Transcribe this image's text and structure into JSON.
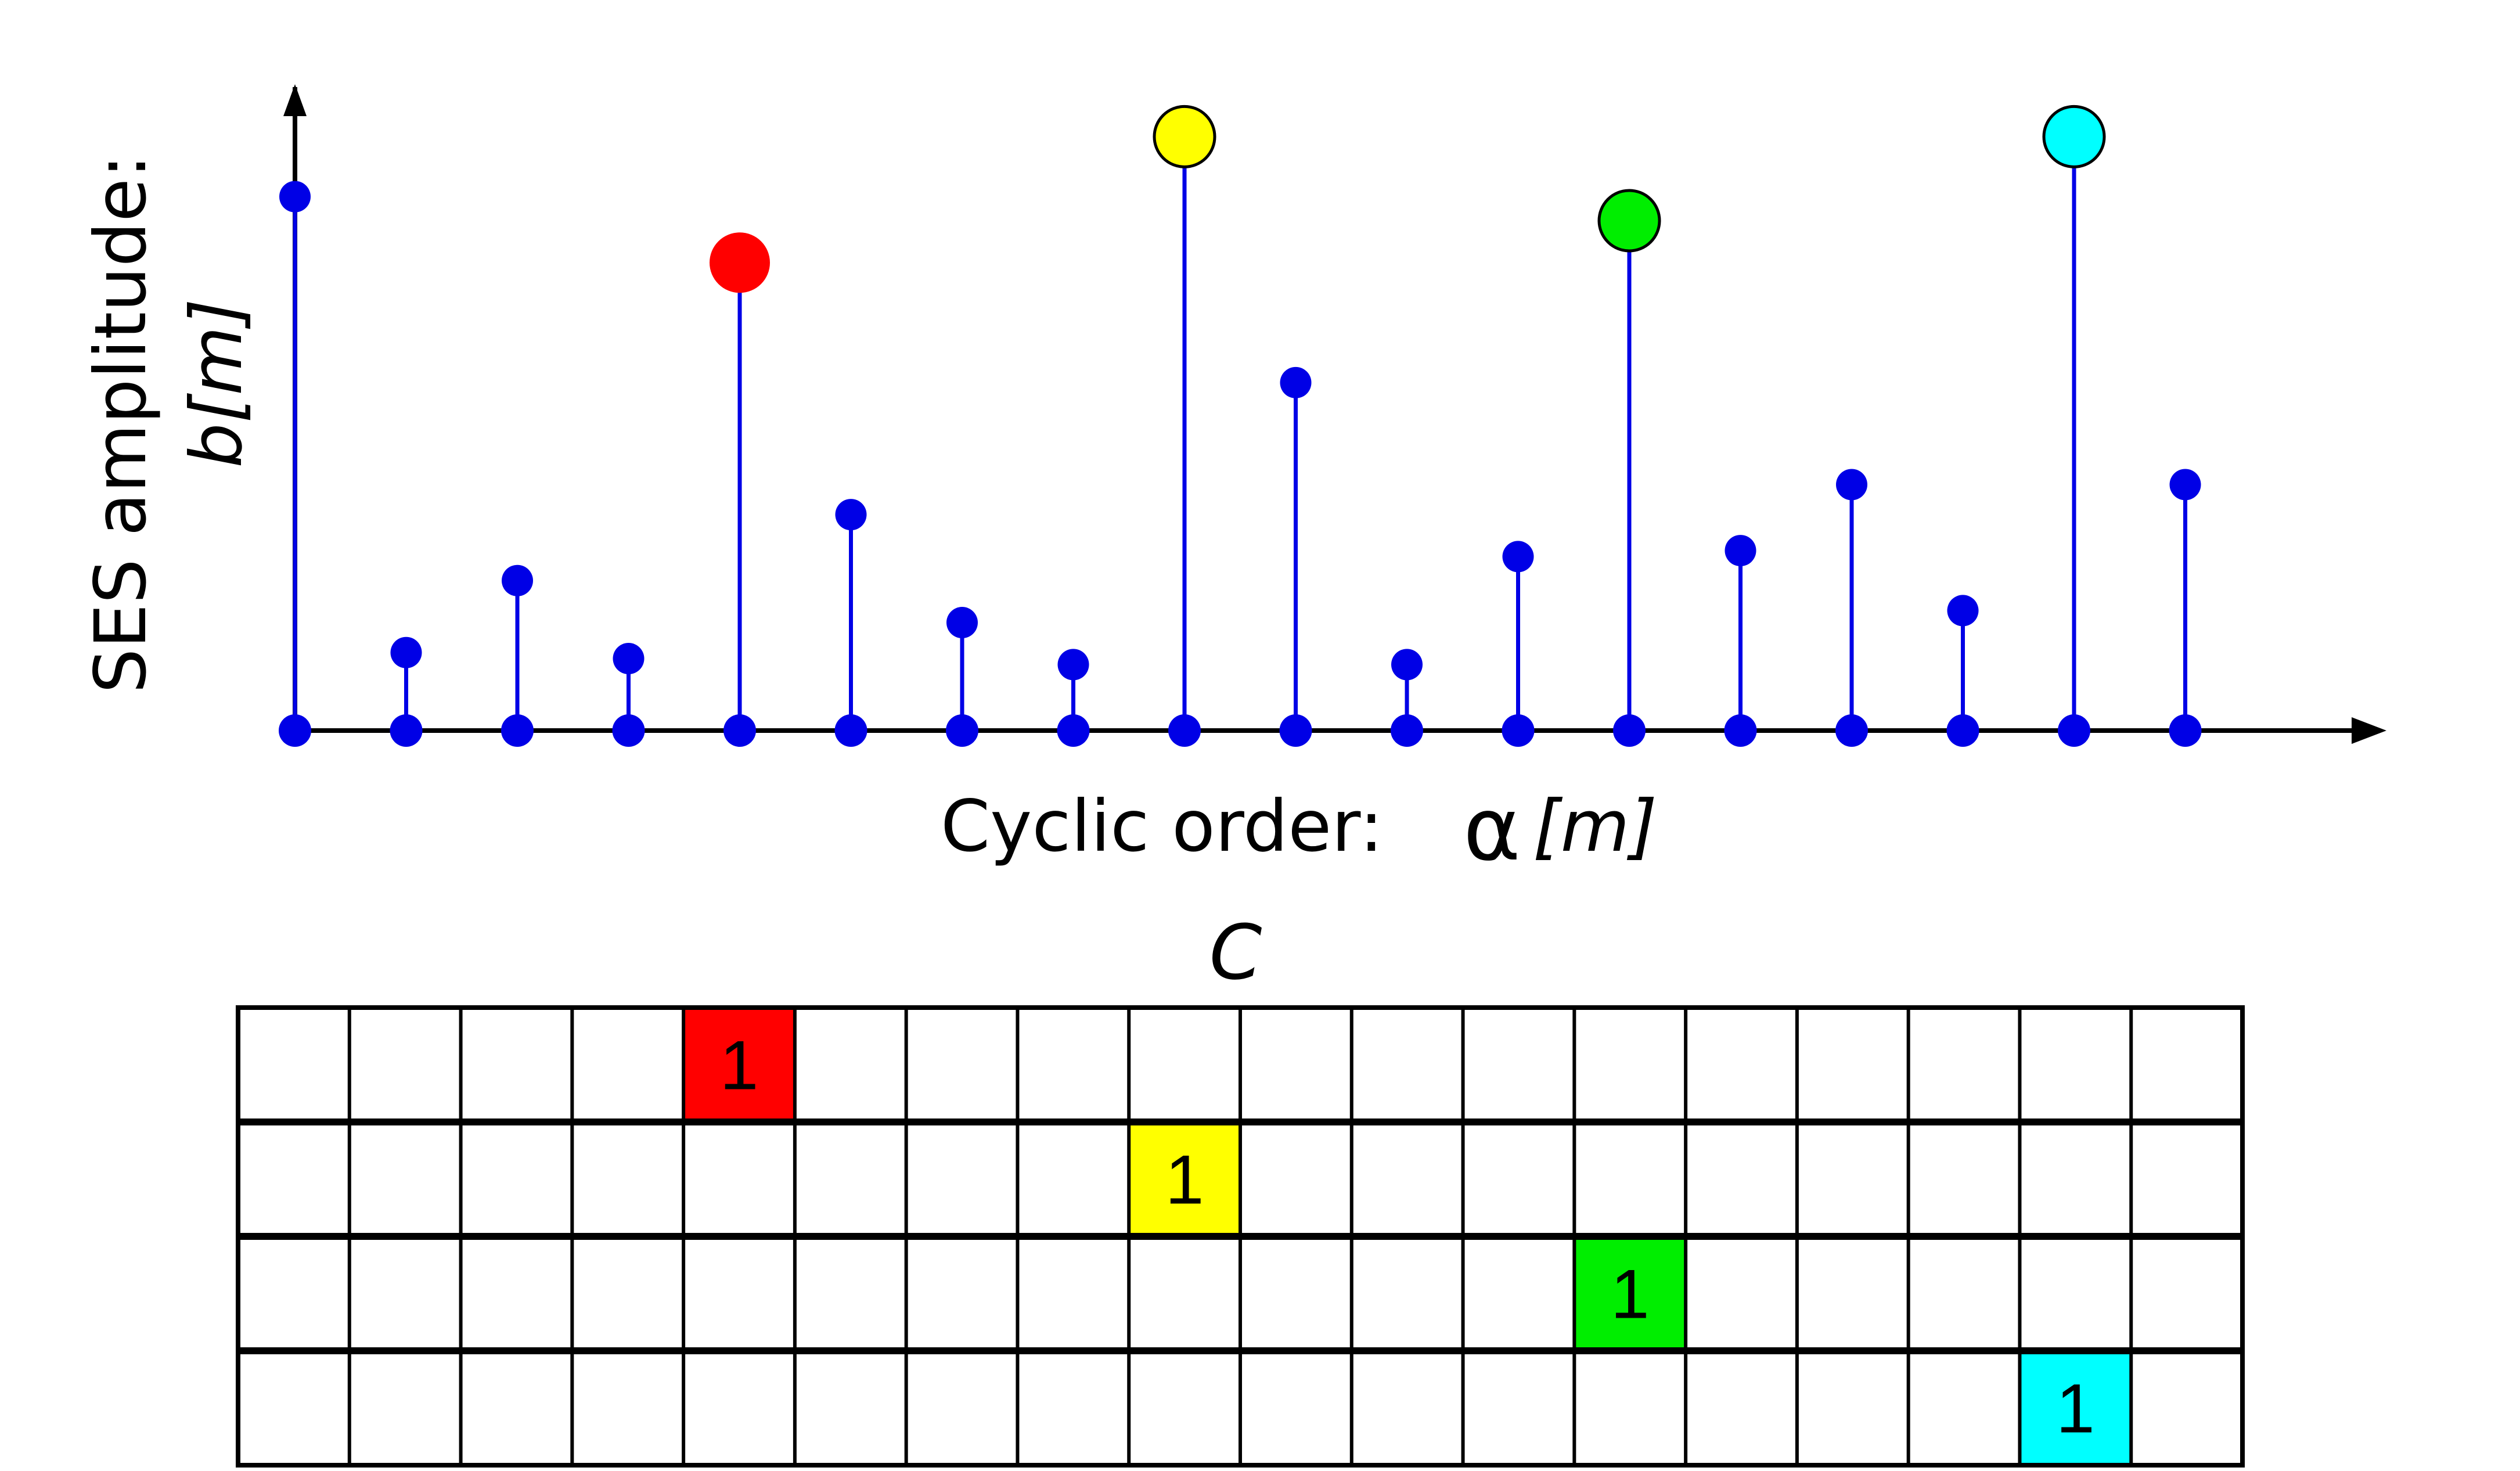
{
  "chart_data": {
    "type": "stem",
    "y_axis_label": {
      "prefix": "SES amplitude:",
      "variable": "b[m]"
    },
    "x_axis_label": {
      "prefix": "Cyclic order:",
      "symbol": "α",
      "variable": "[m]"
    },
    "stem_color": "#0000e6",
    "num_points": 18,
    "values": [
      0.89,
      0.13,
      0.25,
      0.12,
      0.78,
      0.36,
      0.18,
      0.11,
      0.99,
      0.58,
      0.11,
      0.29,
      0.85,
      0.3,
      0.41,
      0.2,
      0.99,
      0.41
    ],
    "highlights": [
      {
        "index": 4,
        "color": "#ff0000",
        "outline": false
      },
      {
        "index": 8,
        "color": "#ffff00",
        "outline": true
      },
      {
        "index": 12,
        "color": "#00ee00",
        "outline": true
      },
      {
        "index": 16,
        "color": "#00ffff",
        "outline": true
      }
    ]
  },
  "matrix": {
    "name": "C",
    "rows": 4,
    "cols": 18,
    "entries": [
      {
        "row": 0,
        "col": 4,
        "value": "1",
        "color": "#ff0000"
      },
      {
        "row": 1,
        "col": 8,
        "value": "1",
        "color": "#ffff00"
      },
      {
        "row": 2,
        "col": 12,
        "value": "1",
        "color": "#00ee00"
      },
      {
        "row": 3,
        "col": 16,
        "value": "1",
        "color": "#00ffff"
      }
    ]
  }
}
